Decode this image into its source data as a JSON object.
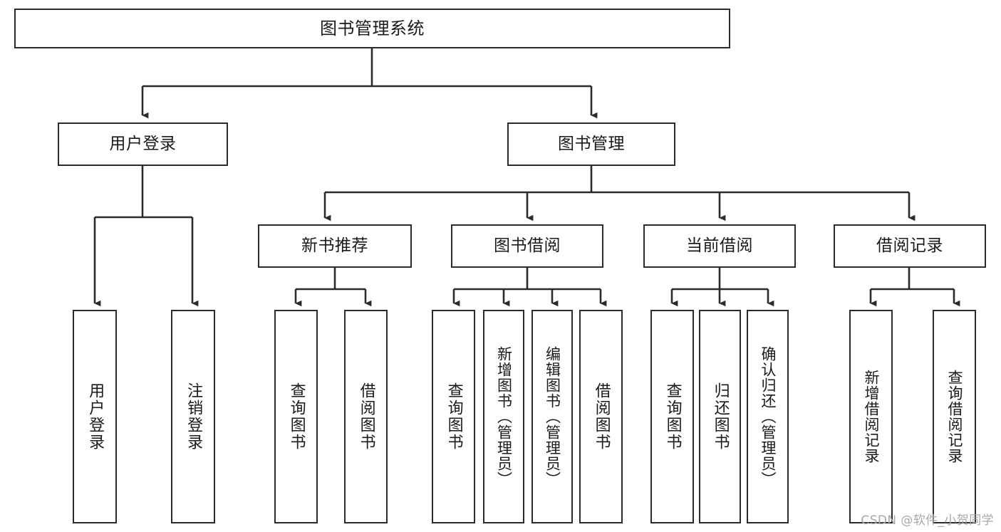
{
  "diagram": {
    "title": "图书管理系统",
    "type": "tree",
    "watermark": "CSDN @软件_小贺同学",
    "colors": {
      "stroke": "#2b2b2b",
      "fill": "#ffffff",
      "text": "#1a1a1a",
      "watermark": "#a8a8a8"
    },
    "nodes": {
      "root": {
        "label": "图书管理系统"
      },
      "level1": [
        {
          "label": "用户登录"
        },
        {
          "label": "图书管理"
        }
      ],
      "level2": [
        {
          "label": "新书推荐"
        },
        {
          "label": "图书借阅"
        },
        {
          "label": "当前借阅"
        },
        {
          "label": "借阅记录"
        }
      ],
      "leaves_user_login": [
        {
          "label": "用户登录"
        },
        {
          "label": "注销登录"
        }
      ],
      "leaves_new_book": [
        {
          "label": "查询图书"
        },
        {
          "label": "借阅图书"
        }
      ],
      "leaves_borrow": [
        {
          "label": "查询图书"
        },
        {
          "label": "新增图书（管理员）"
        },
        {
          "label": "编辑图书（管理员）"
        },
        {
          "label": "借阅图书"
        }
      ],
      "leaves_current": [
        {
          "label": "查询图书"
        },
        {
          "label": "归还图书"
        },
        {
          "label": "确认归还（管理员）"
        }
      ],
      "leaves_records": [
        {
          "label": "新增借阅记录"
        },
        {
          "label": "查询借阅记录"
        }
      ]
    }
  }
}
